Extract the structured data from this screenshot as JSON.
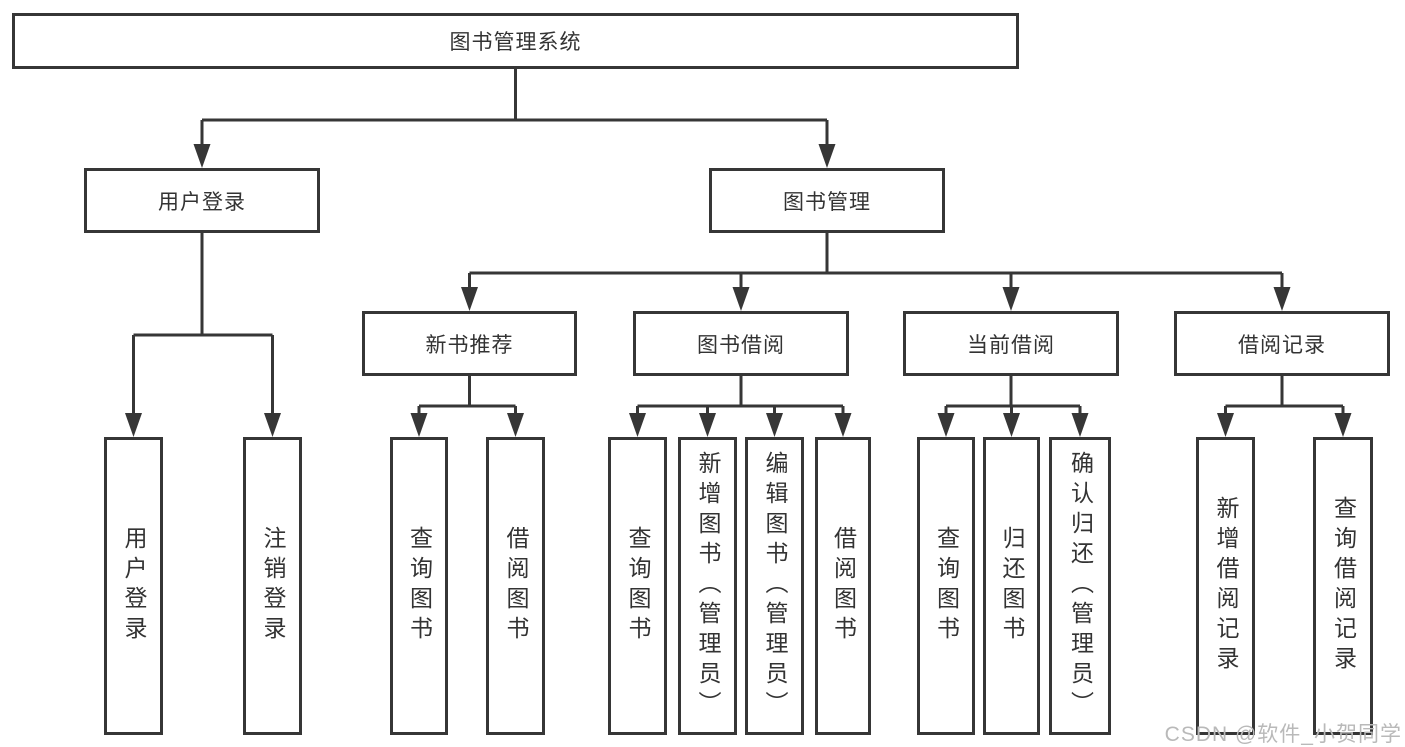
{
  "diagram_title": "图书管理系统",
  "tree": {
    "root": {
      "label": "图书管理系统"
    },
    "branches": [
      {
        "label": "用户登录",
        "leaves": [
          {
            "label": "用户登录"
          },
          {
            "label": "注销登录"
          }
        ]
      },
      {
        "label": "图书管理",
        "groups": [
          {
            "label": "新书推荐",
            "leaves": [
              {
                "label": "查询图书"
              },
              {
                "label": "借阅图书"
              }
            ]
          },
          {
            "label": "图书借阅",
            "leaves": [
              {
                "label": "查询图书"
              },
              {
                "label": "新增图书（管理员）"
              },
              {
                "label": "编辑图书（管理员）"
              },
              {
                "label": "借阅图书"
              }
            ]
          },
          {
            "label": "当前借阅",
            "leaves": [
              {
                "label": "查询图书"
              },
              {
                "label": "归还图书"
              },
              {
                "label": "确认归还（管理员）"
              }
            ]
          },
          {
            "label": "借阅记录",
            "leaves": [
              {
                "label": "新增借阅记录"
              },
              {
                "label": "查询借阅记录"
              }
            ]
          }
        ]
      }
    ]
  },
  "watermark": {
    "text": "CSDN @软件_小贺同学",
    "color": "#b9b9b9"
  },
  "colors": {
    "line": "#363636",
    "border": "#363636",
    "text": "#333333",
    "background": "#ffffff"
  }
}
